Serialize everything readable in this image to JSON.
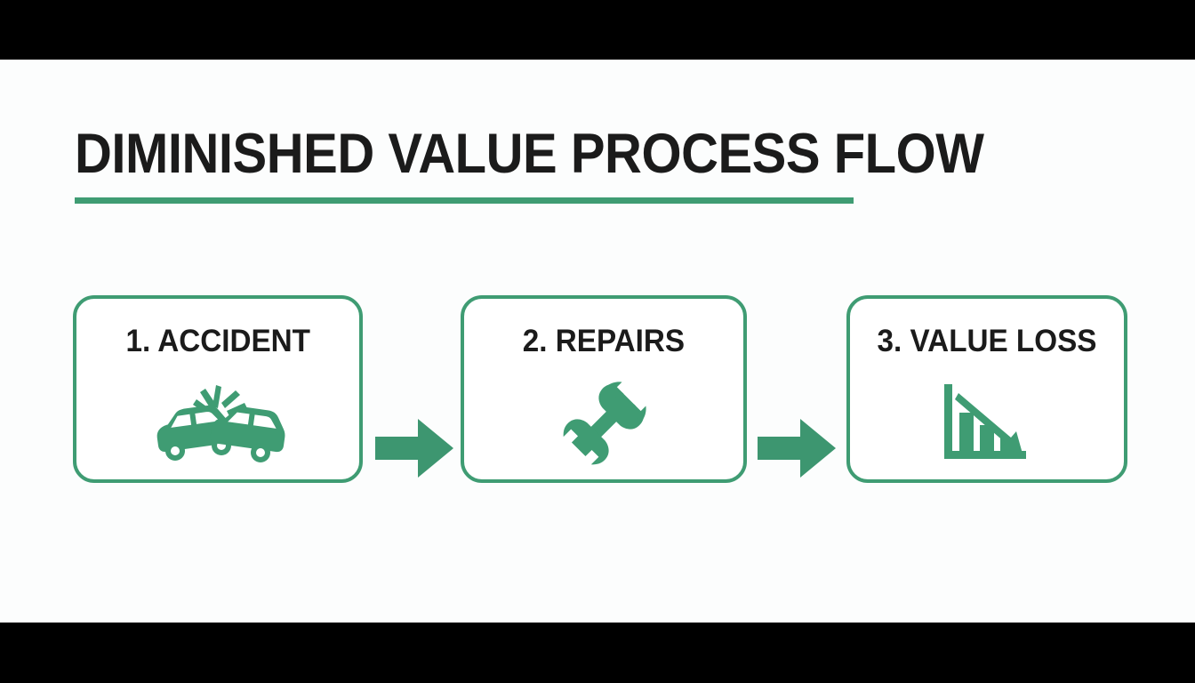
{
  "colors": {
    "green": "#3f9c73",
    "arrow_green": "#3d9670",
    "icon_green": "#3f9c73",
    "text_dark": "#1b1b1b",
    "background": "#fcfdfd",
    "letterbox": "#000000",
    "box_fill": "#ffffff"
  },
  "header": {
    "title": "DIMINISHED VALUE PROCESS FLOW"
  },
  "flow": {
    "steps": [
      {
        "label": "1. ACCIDENT",
        "icon": "car-collision-icon",
        "number": "1",
        "name": "Accident"
      },
      {
        "label": "2. REPAIRS",
        "icon": "wrench-icon",
        "number": "2",
        "name": "Repairs"
      },
      {
        "label": "3. VALUE LOSS",
        "icon": "declining-bar-chart-icon",
        "number": "3",
        "name": "Value Loss"
      }
    ],
    "connectors": [
      {
        "icon": "right-arrow-icon"
      },
      {
        "icon": "right-arrow-icon"
      }
    ]
  }
}
